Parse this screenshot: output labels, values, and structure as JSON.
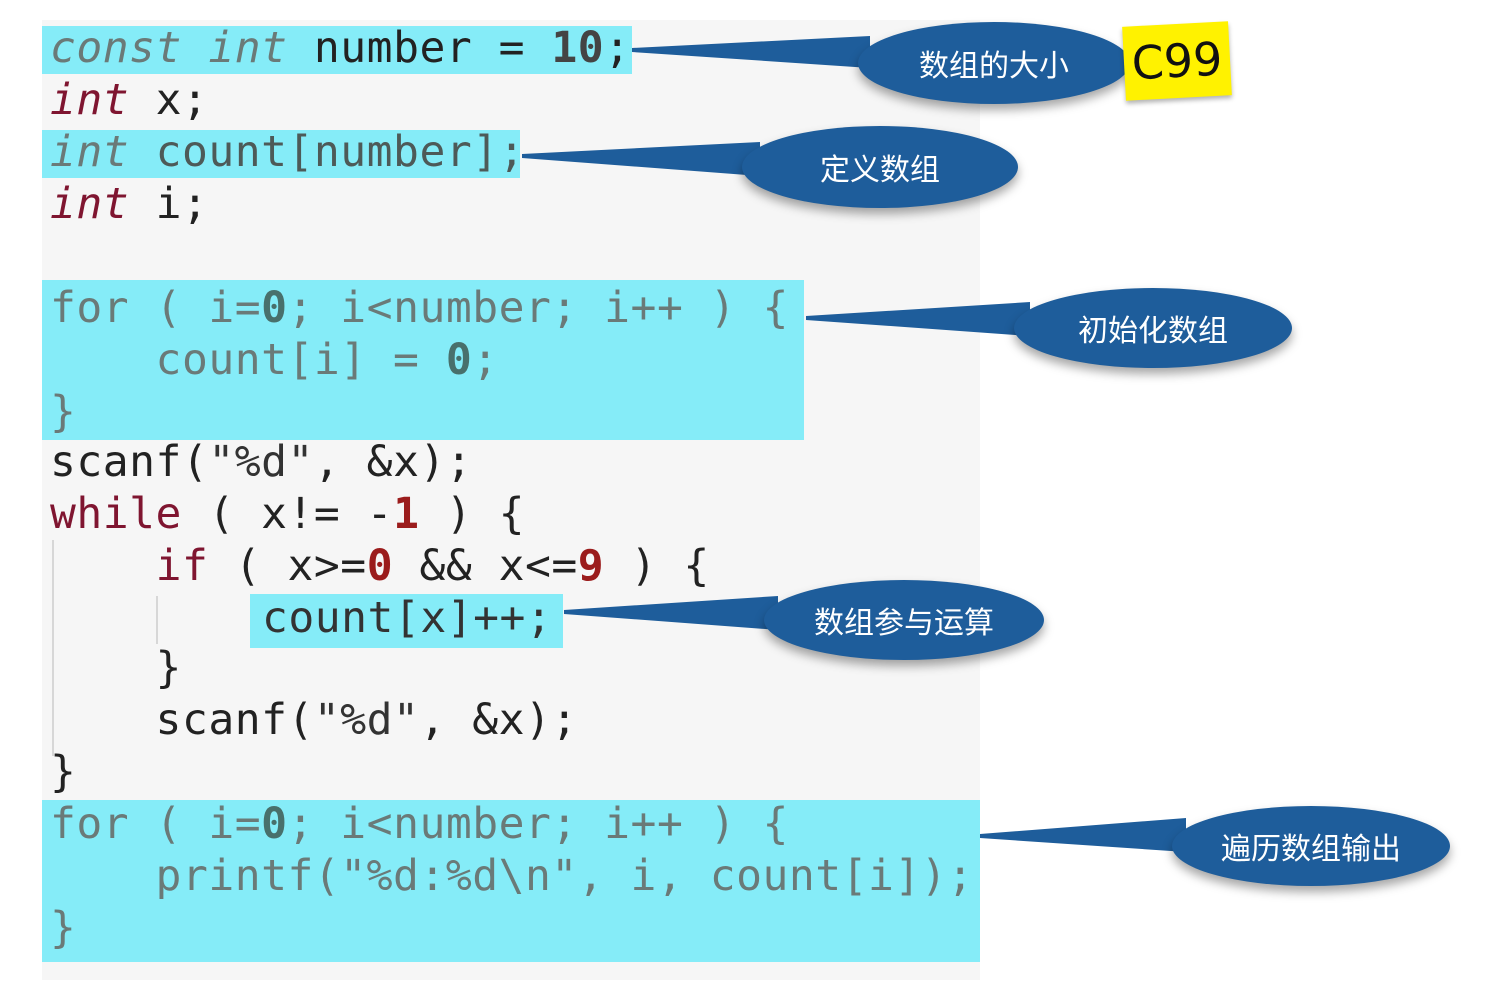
{
  "code": {
    "l1": {
      "a": "const",
      "b": "int",
      "c": "number = ",
      "n": "10",
      ";": ";"
    },
    "l2": {
      "kw": "int",
      "rest": "x;"
    },
    "l3": {
      "kw": "int",
      "rest": "count[number];"
    },
    "l4": {
      "kw": "int",
      "rest": "i;"
    },
    "l5": {
      "kw": "for",
      "a": " ( i=",
      "n": "0",
      "b": "; i<number; i++ ) {"
    },
    "l6": {
      "a": "    count[i] = ",
      "n": "0",
      "b": ";"
    },
    "l7": {
      "t": "}"
    },
    "l8": {
      "a": "scanf(",
      "s": "\"%d\"",
      "b": ", &x);"
    },
    "l9": {
      "kw": "while",
      "a": " ( x!= -",
      "n": "1",
      "b": " ) {"
    },
    "l10": {
      "a": "    ",
      "kw": "if",
      "b": " ( x>=",
      "n1": "0",
      "c": " && x<=",
      "n2": "9",
      "d": " ) {"
    },
    "l11": {
      "t": "count[x]++;"
    },
    "l12": {
      "t": "    }"
    },
    "l13": {
      "a": "    scanf(",
      "s": "\"%d\"",
      "b": ", &x);"
    },
    "l14": {
      "t": "}"
    },
    "l15": {
      "kw": "for",
      "a": " ( i=",
      "n": "0",
      "b": "; i<number; i++ ) {"
    },
    "l16": {
      "a": "    printf(",
      "s": "\"%d:%d\\n\"",
      "b": ", i, count[i]);"
    },
    "l17": {
      "t": "}"
    }
  },
  "callouts": {
    "c1": "数组的大小",
    "c2": "定义数组",
    "c3": "初始化数组",
    "c4": "数组参与运算",
    "c5": "遍历数组输出"
  },
  "tag": "C99",
  "colors": {
    "highlight": "#85ecf8",
    "bubble": "#1e5d9b",
    "tag": "#fff200",
    "keyword": "#7f1530"
  }
}
